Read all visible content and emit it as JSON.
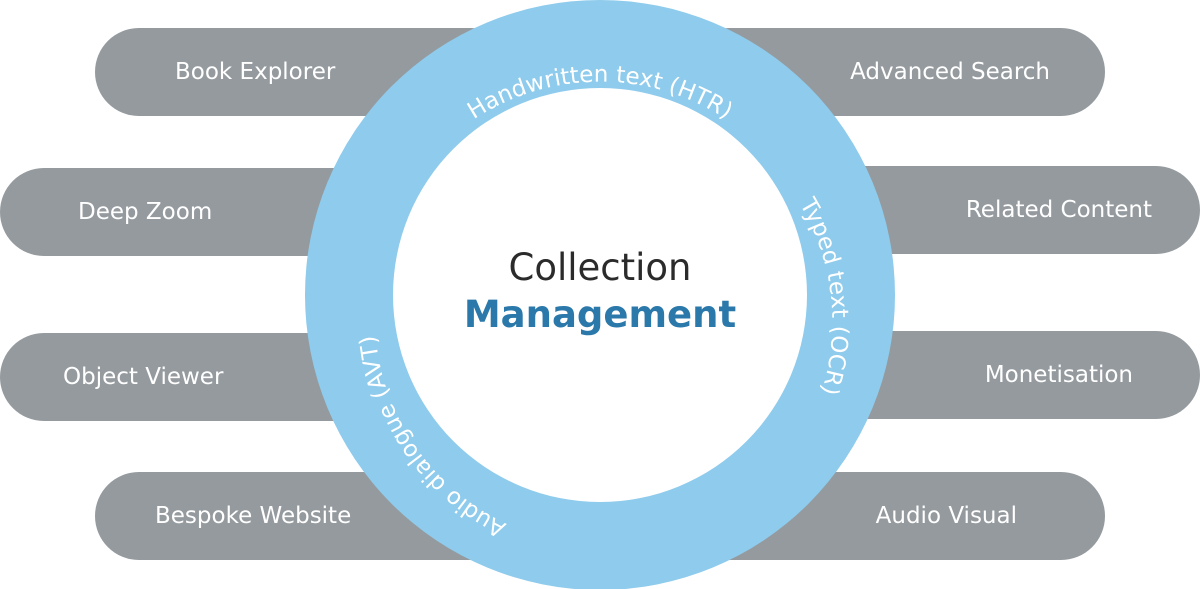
{
  "left_items": [
    {
      "label": "Book Explorer"
    },
    {
      "label": "Deep Zoom"
    },
    {
      "label": "Object Viewer"
    },
    {
      "label": "Bespoke Website"
    }
  ],
  "right_items": [
    {
      "label": "Advanced Search"
    },
    {
      "label": "Related Content"
    },
    {
      "label": "Monetisation"
    },
    {
      "label": "Audio Visual"
    }
  ],
  "ring_labels": {
    "top": "Handwritten text (HTR)",
    "right": "Typed text (OCR)",
    "left": "Audio dialogue (AVT)"
  },
  "center": {
    "line1": "Collection",
    "line2": "Management"
  },
  "colors": {
    "pill": "#949a9e",
    "ring": "#8ecbec",
    "accent": "#2b78aa",
    "center_text": "#2b2b2b"
  }
}
